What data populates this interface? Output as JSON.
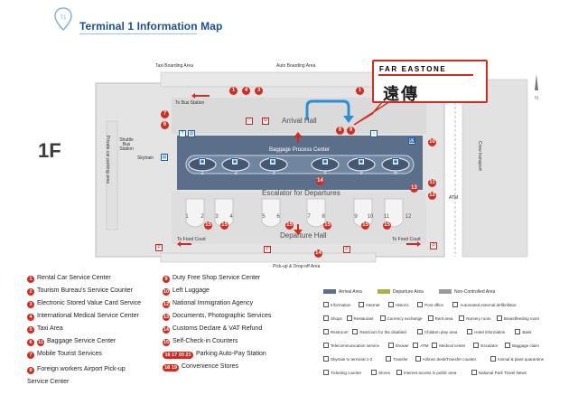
{
  "header": {
    "title": "Terminal 1 Information Map",
    "logo_text": "T1"
  },
  "floor": "1F",
  "callout": {
    "brand": "FAR EASTONE",
    "zh": "遠傳"
  },
  "map_labels": {
    "taxi_boarding": "Taxi Boarding Area",
    "auto_boarding": "Auto Boarding Area",
    "to_bus_station": "To Bus Station",
    "arrival_hall": "Arrival Hall",
    "baggage_process_center": "Baggage Process Center",
    "escalator": "Escalator for Departures",
    "departure_hall": "Departure Hall",
    "to_food_court_left": "To Food Court",
    "to_food_court_right": "To Food Court",
    "pickup": "Pick-up & Drop-off Area",
    "private_car": "Private car parking area",
    "shuttle_bus": "Shuttle Bus Station",
    "skytrain": "Skytrain",
    "crew_transport": "Crew transport",
    "atm": "ATM"
  },
  "carousels": [
    "1",
    "2",
    "3",
    "4",
    "5",
    "6"
  ],
  "counters": [
    "1",
    "2",
    "3",
    "4",
    "5",
    "6",
    "7",
    "8",
    "9",
    "10",
    "11",
    "12"
  ],
  "legend": [
    {
      "n": "1",
      "label": "Rental Car Service Center"
    },
    {
      "n": "2",
      "label": "Tourism Bureau's Service Counter"
    },
    {
      "n": "3",
      "label": "Electronic Stored Value Card Service"
    },
    {
      "n": "4",
      "label": "International Medical Service Center"
    },
    {
      "n": "5",
      "label": "Taxi Area"
    },
    {
      "n": "6",
      "label": "Baggage Service Center",
      "extra": "11"
    },
    {
      "n": "7",
      "label": "Mobile Tourist Services"
    },
    {
      "n": "8",
      "label": "Foreign workers Airport Pick-up Service Center"
    },
    {
      "n": "9",
      "label": "Duty Free Shop Service Center"
    },
    {
      "n": "10",
      "label": "Left Luggage"
    },
    {
      "n": "12",
      "label": "National Immigration Agency"
    },
    {
      "n": "13",
      "label": "Documents, Photographic Services"
    },
    {
      "n": "14",
      "label": "Customs Declare & VAT Refund"
    },
    {
      "n": "15",
      "label": "Self-Check-in Counters"
    },
    {
      "n": "16 17 20 21",
      "label": "Parking Auto-Pay Station"
    },
    {
      "n": "18 19",
      "label": "Convenience Stores"
    }
  ],
  "symbol_key": {
    "areas": [
      "Arrival Area",
      "Departure Area",
      "Non-Controlled Area"
    ],
    "area_colors": [
      "#5b6f8a",
      "#aab24a",
      "#9a9a9a"
    ],
    "items": [
      "Information",
      "Internet",
      "Historic",
      "Post office",
      "Automated external defibrillator",
      "Shops",
      "Restaurant",
      "Currency exchange",
      "Rent area",
      "Nursery room",
      "Breastfeeding room",
      "Restroom",
      "Restroom for the disabled",
      "Children play area",
      "Hotel information",
      "Bank",
      "Telecommunication service",
      "Shower",
      "ATM",
      "Medical center",
      "Escalator",
      "Baggage claim",
      "Skytrain to terminal 1-2",
      "Transfer",
      "Airlines desk/Transfer counter",
      "Animal & plant quarantine",
      "Ticketing counter",
      "Stores",
      "Internet access in public area",
      "National Park Travel News"
    ]
  },
  "colors": {
    "accent_red": "#d52b1e",
    "title_blue": "#1a4f96",
    "baggage_hall": "#5b6f8a"
  }
}
